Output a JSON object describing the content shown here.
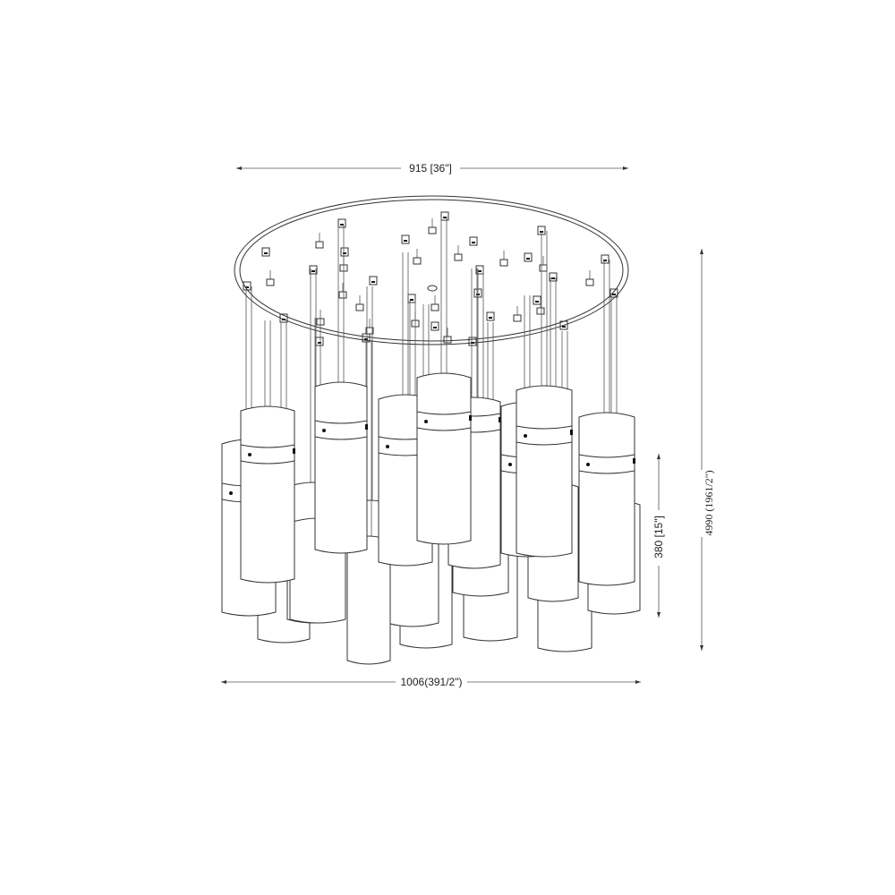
{
  "drawing": {
    "dim_top_width": "915 [36\"]",
    "dim_bottom_width": "1006(391/2\")",
    "dim_total_height": "4990 (1961/2\")",
    "dim_shade_height": "380 [15\"]"
  }
}
